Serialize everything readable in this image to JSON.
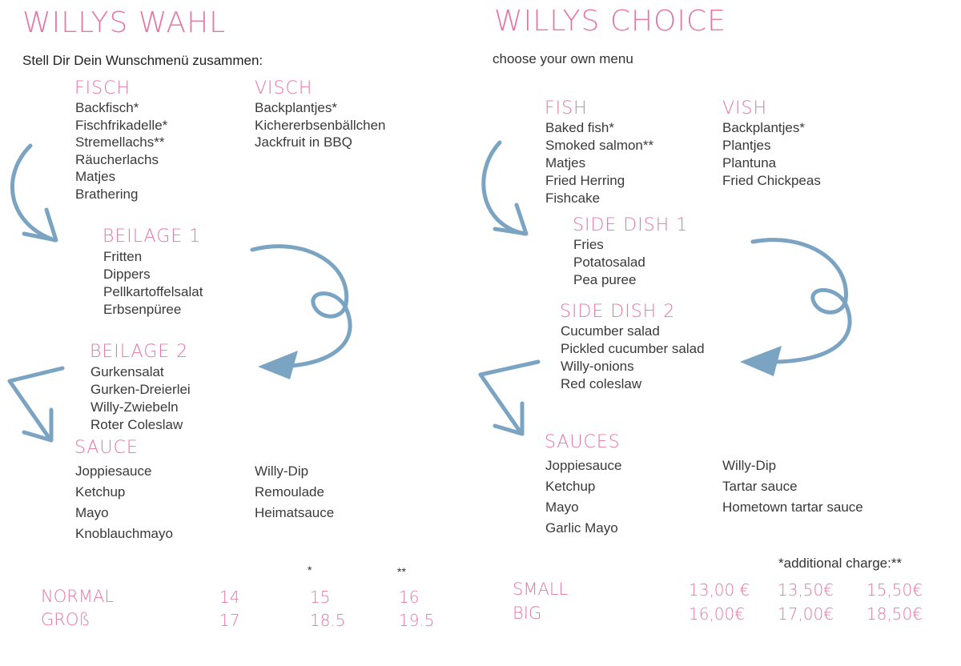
{
  "left": {
    "title": "WILLYS WAHL",
    "subtitle": "Stell Dir Dein Wunschmenü zusammen:",
    "fisch": {
      "heading": "FISCH",
      "items": [
        "Backfisch*",
        "Fischfrikadelle*",
        "Stremellachs**",
        "Räucherlachs",
        "Matjes",
        "Brathering"
      ]
    },
    "visch": {
      "heading": "VISCH",
      "items": [
        "Backplantjes*",
        "Kichererbsenbällchen",
        "Jackfruit in BBQ"
      ]
    },
    "beilage1": {
      "heading": "BEILAGE 1",
      "items": [
        "Fritten",
        "Dippers",
        "Pellkartoffelsalat",
        "Erbsenpüree"
      ]
    },
    "beilage2": {
      "heading": "BEILAGE 2",
      "items": [
        "Gurkensalat",
        "Gurken-Dreierlei",
        "Willy-Zwiebeln",
        "Roter Coleslaw"
      ]
    },
    "sauce": {
      "heading": "SAUCE",
      "col1": [
        "Joppiesauce",
        "Ketchup",
        "Mayo",
        "Knoblauchmayo"
      ],
      "col2": [
        "Willy-Dip",
        "Remoulade",
        "Heimatsauce"
      ]
    },
    "prices": {
      "star_headers": [
        "*",
        "**"
      ],
      "rows": [
        {
          "label": "NORMAL",
          "values": [
            "14",
            "15",
            "16"
          ]
        },
        {
          "label": "GROß",
          "values": [
            "17",
            "18.5",
            "19.5"
          ]
        }
      ]
    }
  },
  "right": {
    "title": "WILLYS CHOICE",
    "subtitle": "choose your own menu",
    "fish": {
      "heading": "FISH",
      "items": [
        "Baked fish*",
        "Smoked salmon**",
        "Matjes",
        "Fried Herring",
        "Fishcake"
      ]
    },
    "vish": {
      "heading": "VISH",
      "items": [
        "Backplantjes*",
        "Plantjes",
        "Plantuna",
        "Fried Chickpeas"
      ]
    },
    "side1": {
      "heading": "SIDE DISH 1",
      "items": [
        "Fries",
        "Potatosalad",
        "Pea puree"
      ]
    },
    "side2": {
      "heading": "SIDE DISH 2",
      "items": [
        "Cucumber salad",
        "Pickled cucumber salad",
        "Willy-onions",
        "Red coleslaw"
      ]
    },
    "sauces": {
      "heading": "SAUCES",
      "col1": [
        "Joppiesauce",
        "Ketchup",
        "Mayo",
        "Garlic Mayo"
      ],
      "col2": [
        "Willy-Dip",
        "Tartar sauce",
        "Hometown tartar sauce"
      ]
    },
    "prices": {
      "note": "*additional charge:**",
      "rows": [
        {
          "label": "SMALL",
          "values": [
            "13,00 €",
            "13,50€",
            "15,50€"
          ]
        },
        {
          "label": "BIG",
          "values": [
            "16,00€",
            "17,00€",
            "18,50€"
          ]
        }
      ]
    }
  },
  "colors": {
    "accent_pink": "#e577a4",
    "arrow_blue": "#7ba3c2",
    "text": "#333333"
  }
}
